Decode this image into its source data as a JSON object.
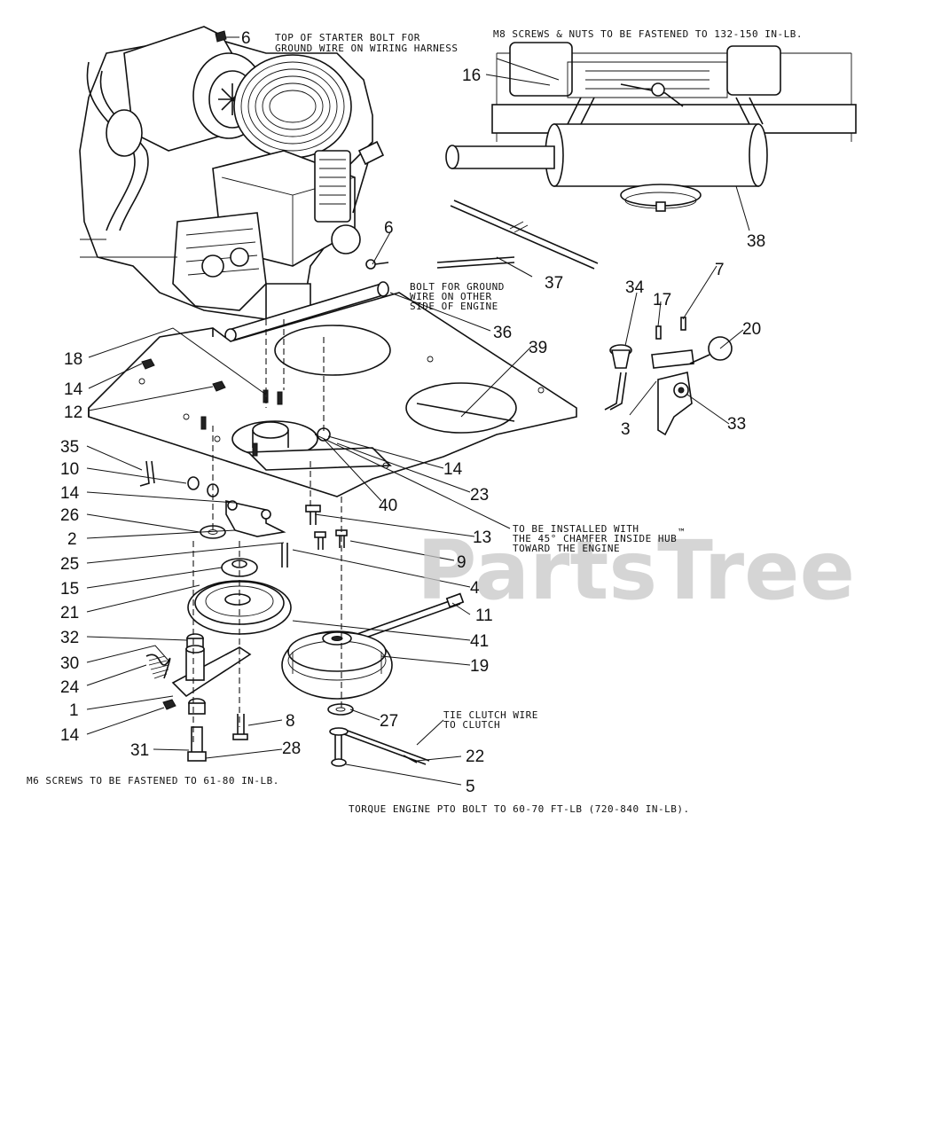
{
  "watermark": "PartsTree",
  "watermark_tm": "™",
  "notes": {
    "top_starter_1": "TOP OF STARTER BOLT FOR",
    "top_starter_2": "GROUND WIRE ON WIRING HARNESS",
    "m8_screws": "M8 SCREWS & NUTS TO BE FASTENED TO 132-150 IN-LB.",
    "bolt_ground_1": "BOLT FOR GROUND",
    "bolt_ground_2": "WIRE ON OTHER",
    "bolt_ground_3": "SIDE OF ENGINE",
    "chamfer_1": "TO BE INSTALLED WITH",
    "chamfer_2": "THE 45° CHAMFER INSIDE HUB",
    "chamfer_3": "TOWARD THE ENGINE",
    "tie_clutch_1": "TIE CLUTCH WIRE",
    "tie_clutch_2": "TO CLUTCH",
    "m6_screws": "M6 SCREWS TO BE FASTENED TO 61-80 IN-LB.",
    "torque_pto": "TORQUE ENGINE PTO BOLT TO 60-70 FT-LB (720-840 IN-LB)."
  },
  "callouts": [
    {
      "id": "c6a",
      "label": "6"
    },
    {
      "id": "c16",
      "label": "16"
    },
    {
      "id": "c38",
      "label": "38"
    },
    {
      "id": "c6b",
      "label": "6"
    },
    {
      "id": "c37",
      "label": "37"
    },
    {
      "id": "c7",
      "label": "7"
    },
    {
      "id": "c34",
      "label": "34"
    },
    {
      "id": "c17",
      "label": "17"
    },
    {
      "id": "c20",
      "label": "20"
    },
    {
      "id": "c36",
      "label": "36"
    },
    {
      "id": "c39",
      "label": "39"
    },
    {
      "id": "c18",
      "label": "18"
    },
    {
      "id": "c14a",
      "label": "14"
    },
    {
      "id": "c12",
      "label": "12"
    },
    {
      "id": "c3",
      "label": "3"
    },
    {
      "id": "c33",
      "label": "33"
    },
    {
      "id": "c35",
      "label": "35"
    },
    {
      "id": "c14b",
      "label": "14"
    },
    {
      "id": "c10",
      "label": "10"
    },
    {
      "id": "c23",
      "label": "23"
    },
    {
      "id": "c14c",
      "label": "14"
    },
    {
      "id": "c40",
      "label": "40"
    },
    {
      "id": "c26",
      "label": "26"
    },
    {
      "id": "c13",
      "label": "13"
    },
    {
      "id": "c2",
      "label": "2"
    },
    {
      "id": "c9",
      "label": "9"
    },
    {
      "id": "c25",
      "label": "25"
    },
    {
      "id": "c4",
      "label": "4"
    },
    {
      "id": "c15",
      "label": "15"
    },
    {
      "id": "c11",
      "label": "11"
    },
    {
      "id": "c21",
      "label": "21"
    },
    {
      "id": "c41",
      "label": "41"
    },
    {
      "id": "c32",
      "label": "32"
    },
    {
      "id": "c30",
      "label": "30"
    },
    {
      "id": "c19",
      "label": "19"
    },
    {
      "id": "c24",
      "label": "24"
    },
    {
      "id": "c1",
      "label": "1"
    },
    {
      "id": "c27",
      "label": "27"
    },
    {
      "id": "c8",
      "label": "8"
    },
    {
      "id": "c14d",
      "label": "14"
    },
    {
      "id": "c28",
      "label": "28"
    },
    {
      "id": "c31",
      "label": "31"
    },
    {
      "id": "c22",
      "label": "22"
    },
    {
      "id": "c5",
      "label": "5"
    }
  ]
}
